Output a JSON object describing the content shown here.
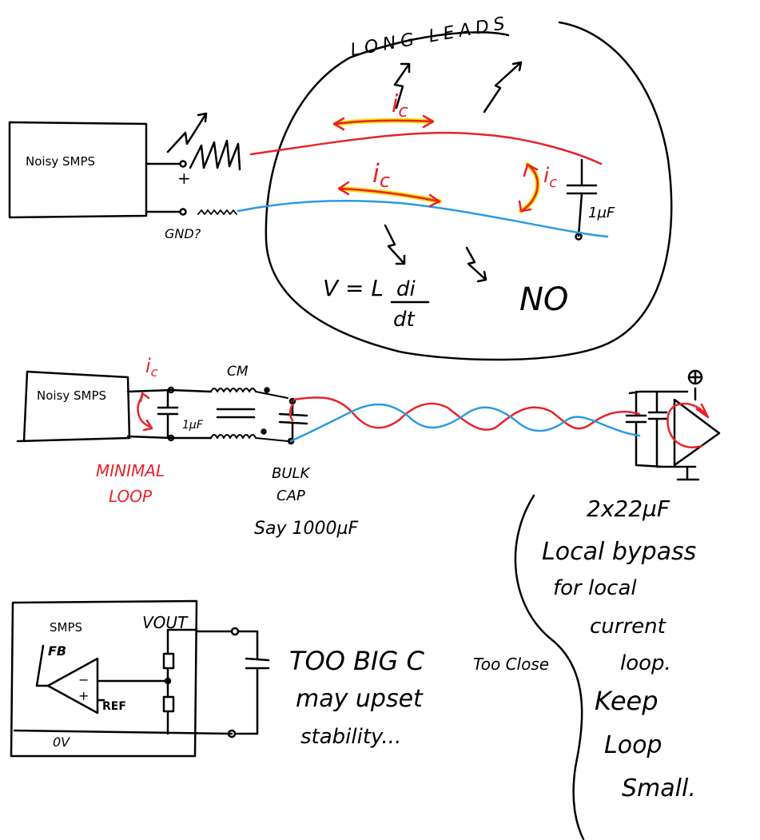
{
  "colors": {
    "ink": "#000000",
    "red": "#e8222a",
    "blue": "#2b9be0",
    "yellow": "#f4e000"
  },
  "section1": {
    "supply_label": "Noisy SMPS",
    "plus_sign": "+",
    "gnd_label": "GND?",
    "bubble_title": "LONG LEADS",
    "current_label_1": "i",
    "current_sub_1": "c",
    "current_label_2": "i",
    "current_sub_2": "c",
    "cap_current_label": "i",
    "cap_current_sub": "c",
    "cap_value": "1µF",
    "equation_lhs": "V = L",
    "equation_num": "di",
    "equation_den": "dt",
    "verdict": "NO"
  },
  "section2": {
    "supply_label": "Noisy SMPS",
    "current_label": "i",
    "current_sub": "c",
    "choke_label": "CM",
    "cap_value": "1µF",
    "minimal_loop_line1": "MINIMAL",
    "minimal_loop_line2": "LOOP",
    "bulk_line1": "BULK",
    "bulk_line2": "CAP",
    "bulk_value": "Say 1000µF",
    "plus_symbol": "+"
  },
  "section3": {
    "smps_label": "SMPS",
    "fb_label": "FB",
    "vout_label": "VOUT",
    "ref_label": "REF",
    "zero_v_label": "0V",
    "minus_sign": "−",
    "plus_sign": "+",
    "warning_line1": "TOO BIG C",
    "warning_too_close": "Too Close",
    "warning_line2": "may upset",
    "warning_line3": "stability..."
  },
  "note": {
    "lines": [
      "2x22µF",
      "Local bypass",
      "for local",
      "current",
      "loop.",
      "Keep",
      "Loop",
      "Small."
    ]
  }
}
